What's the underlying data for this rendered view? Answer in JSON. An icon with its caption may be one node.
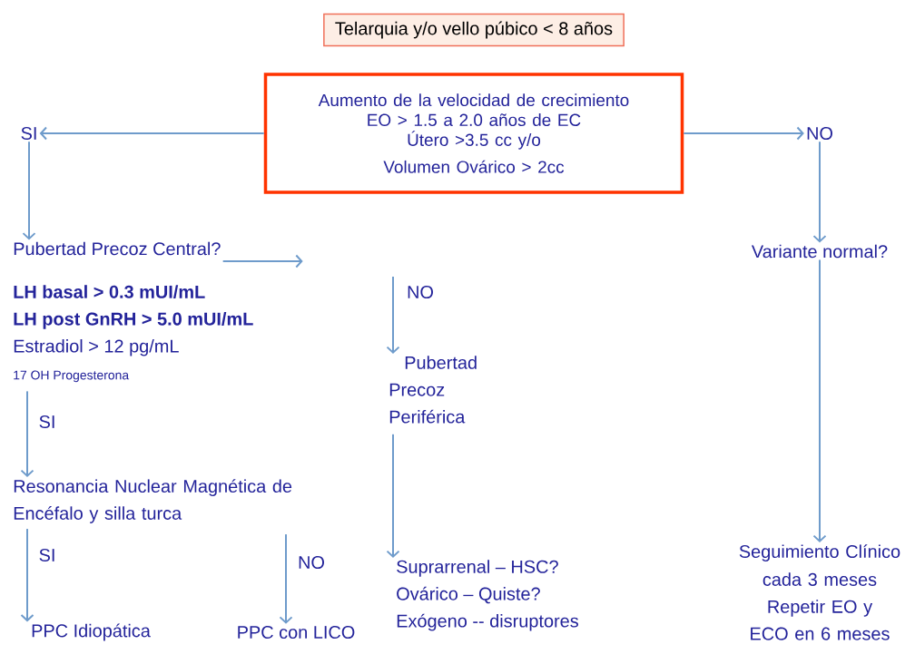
{
  "diagram": {
    "nodes": [
      {
        "text": [
          "Telarquia y/o vello púbico < 8 años"
        ]
      },
      {
        "text": [
          "Aumento de la velocidad de crecimiento",
          "EO > 1.5 a 2.0 años de EC",
          "Útero >3.5 cc y/o",
          "Volumen Ovárico > 2cc"
        ]
      },
      {
        "text": [
          "SI"
        ]
      },
      {
        "text": [
          "NO"
        ]
      },
      {
        "text": [
          "Pubertad Precoz Central?"
        ]
      },
      {
        "text": [
          "LH basal > 0.3 mUI/mL",
          "LH post GnRH > 5.0 mUI/mL",
          "Estradiol > 12 pg/mL",
          "17 OH Progesterona"
        ]
      },
      {
        "text": [
          "Pubertad Precoz Periférica"
        ]
      },
      {
        "text": [
          "Variante normal?"
        ]
      },
      {
        "text": [
          "Resonancia Nuclear Magnética de Encéfalo y silla turca"
        ]
      },
      {
        "text": [
          "PPC Idiopática"
        ]
      },
      {
        "text": [
          "PPC con LICO"
        ]
      },
      {
        "text": [
          "Suprarrenal – HSC?",
          "Ovárico – Quiste?",
          "Exógeno -- disruptores"
        ]
      },
      {
        "text": [
          "Seguimiento Clínico cada 3 meses",
          "Repetir EO y ECO en 6 meses"
        ]
      }
    ],
    "edges": [
      {
        "from": 1,
        "to": 2,
        "arrow": "to"
      },
      {
        "from": 1,
        "to": 3,
        "arrow": "to"
      },
      {
        "from": 2,
        "to": 4,
        "arrow": "to"
      },
      {
        "from": 3,
        "to": 7,
        "arrow": "to"
      },
      {
        "from": 4,
        "to": null,
        "arrow": "to"
      },
      {
        "from": null,
        "to": 6,
        "arrow": "to",
        "label": "NO"
      },
      {
        "from": 5,
        "to": 8,
        "arrow": "to",
        "label": "SI"
      },
      {
        "from": 8,
        "to": 9,
        "arrow": "to",
        "label": "SI"
      },
      {
        "from": 8,
        "to": 10,
        "arrow": "to",
        "label": "NO"
      },
      {
        "from": 6,
        "to": 11,
        "arrow": "to"
      },
      {
        "from": 7,
        "to": 12,
        "arrow": "to"
      }
    ]
  }
}
